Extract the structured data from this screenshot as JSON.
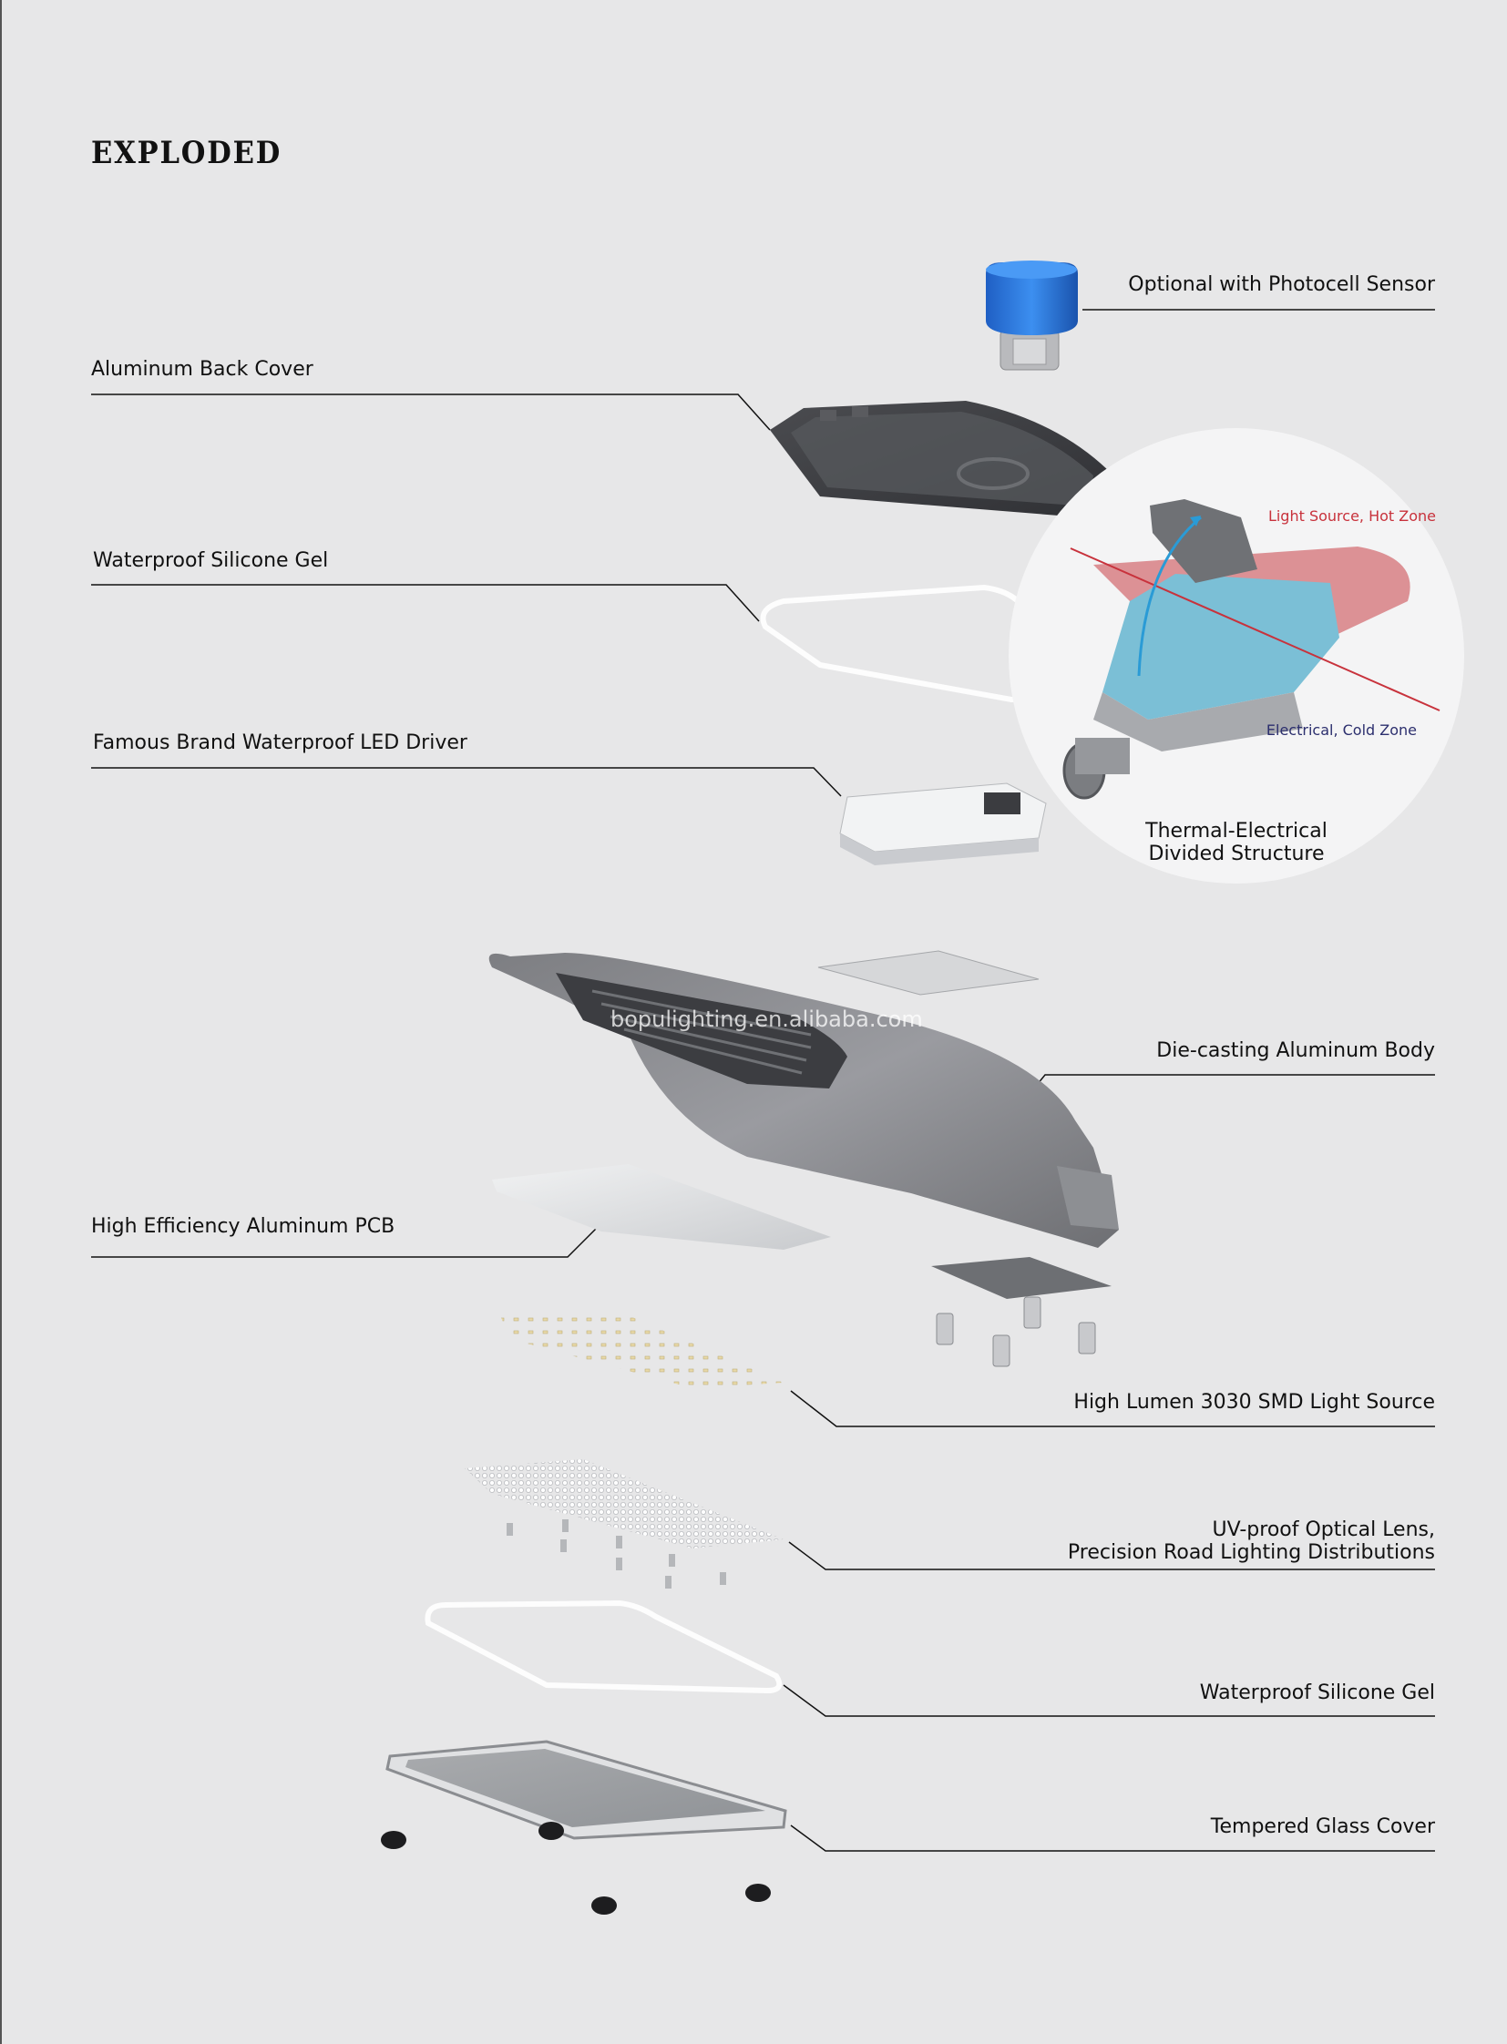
{
  "title": "EXPLODED",
  "watermark": "bopulighting.en.alibaba.com",
  "labels": {
    "photocell": "Optional with Photocell Sensor",
    "back_cover": "Aluminum Back Cover",
    "silicone_top": "Waterproof Silicone Gel",
    "driver": "Famous Brand Waterproof LED Driver",
    "thermal_line1": "Thermal-Electrical",
    "thermal_line2": "Divided Structure",
    "hot_zone": "Light Source, Hot Zone",
    "cold_zone": "Electrical, Cold Zone",
    "body": "Die-casting Aluminum Body",
    "pcb": "High Efficiency Aluminum PCB",
    "smd": "High Lumen 3030 SMD Light Source",
    "lens_line1": "UV-proof Optical Lens,",
    "lens_line2": "Precision Road Lighting Distributions",
    "silicone_bottom": "Waterproof Silicone Gel",
    "glass": "Tempered Glass Cover"
  },
  "colors": {
    "background": "#e7e7e8",
    "hot_zone": "#c8323c",
    "cold_zone": "#2c2f6e",
    "sensor_blue": "#2f7be0",
    "leader_line": "#111111"
  }
}
